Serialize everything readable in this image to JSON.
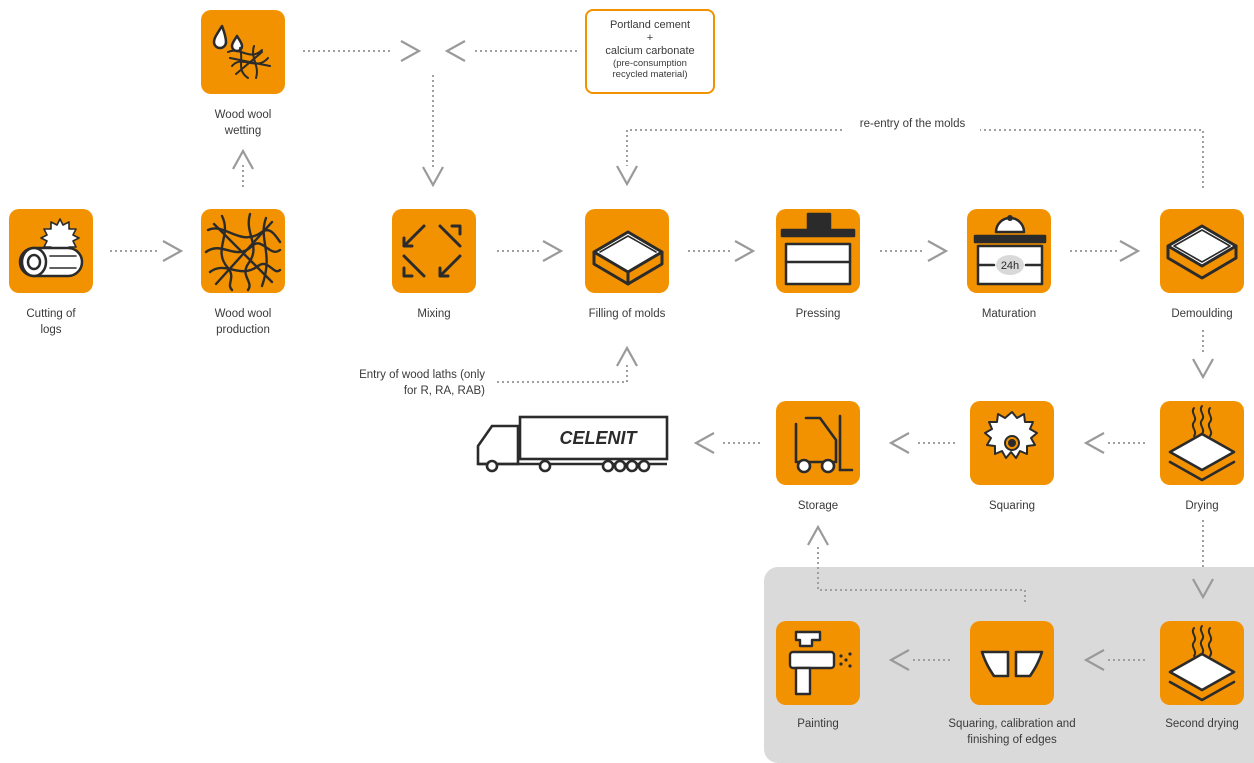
{
  "colors": {
    "accent": "#f39200",
    "icon_ink": "#2b2b2b",
    "connector": "#9a9a9a",
    "panel": "#dadada"
  },
  "source": {
    "line1": "Portland cement",
    "plus": "+",
    "line2": "calcium carbonate",
    "line3": "(pre-consumption",
    "line4": "recycled material)"
  },
  "notes": {
    "reentry": "re-entry of the molds",
    "entry": "Entry of wood laths (only for R, RA, RAB)"
  },
  "truck": {
    "brand": "CELENIT"
  },
  "steps": [
    {
      "id": "wetting",
      "label": "Wood wool wetting",
      "icon": "water-drops-wood-wool-icon"
    },
    {
      "id": "cutting",
      "label": "Cutting of logs",
      "icon": "saw-blade-log-icon"
    },
    {
      "id": "production",
      "label": "Wood wool production",
      "icon": "wood-wool-icon"
    },
    {
      "id": "mixing",
      "label": "Mixing",
      "icon": "mixing-arrows-icon"
    },
    {
      "id": "filling",
      "label": "Filling of molds",
      "icon": "mold-tray-icon"
    },
    {
      "id": "pressing",
      "label": "Pressing",
      "icon": "press-icon"
    },
    {
      "id": "maturation",
      "label": "Maturation",
      "icon": "maturation-24h-icon"
    },
    {
      "id": "demoulding",
      "label": "Demoulding",
      "icon": "demoulding-tray-icon"
    },
    {
      "id": "drying",
      "label": "Drying",
      "icon": "drying-sheets-icon"
    },
    {
      "id": "squaring",
      "label": "Squaring",
      "icon": "circular-saw-icon"
    },
    {
      "id": "storage",
      "label": "Storage",
      "icon": "forklift-icon"
    },
    {
      "id": "second_drying",
      "label": "Second drying",
      "icon": "drying-sheets-icon"
    },
    {
      "id": "finishing",
      "label": "Squaring, calibration and finishing of edges",
      "icon": "edge-profile-icon"
    },
    {
      "id": "painting",
      "label": "Painting",
      "icon": "spray-gun-icon"
    }
  ]
}
